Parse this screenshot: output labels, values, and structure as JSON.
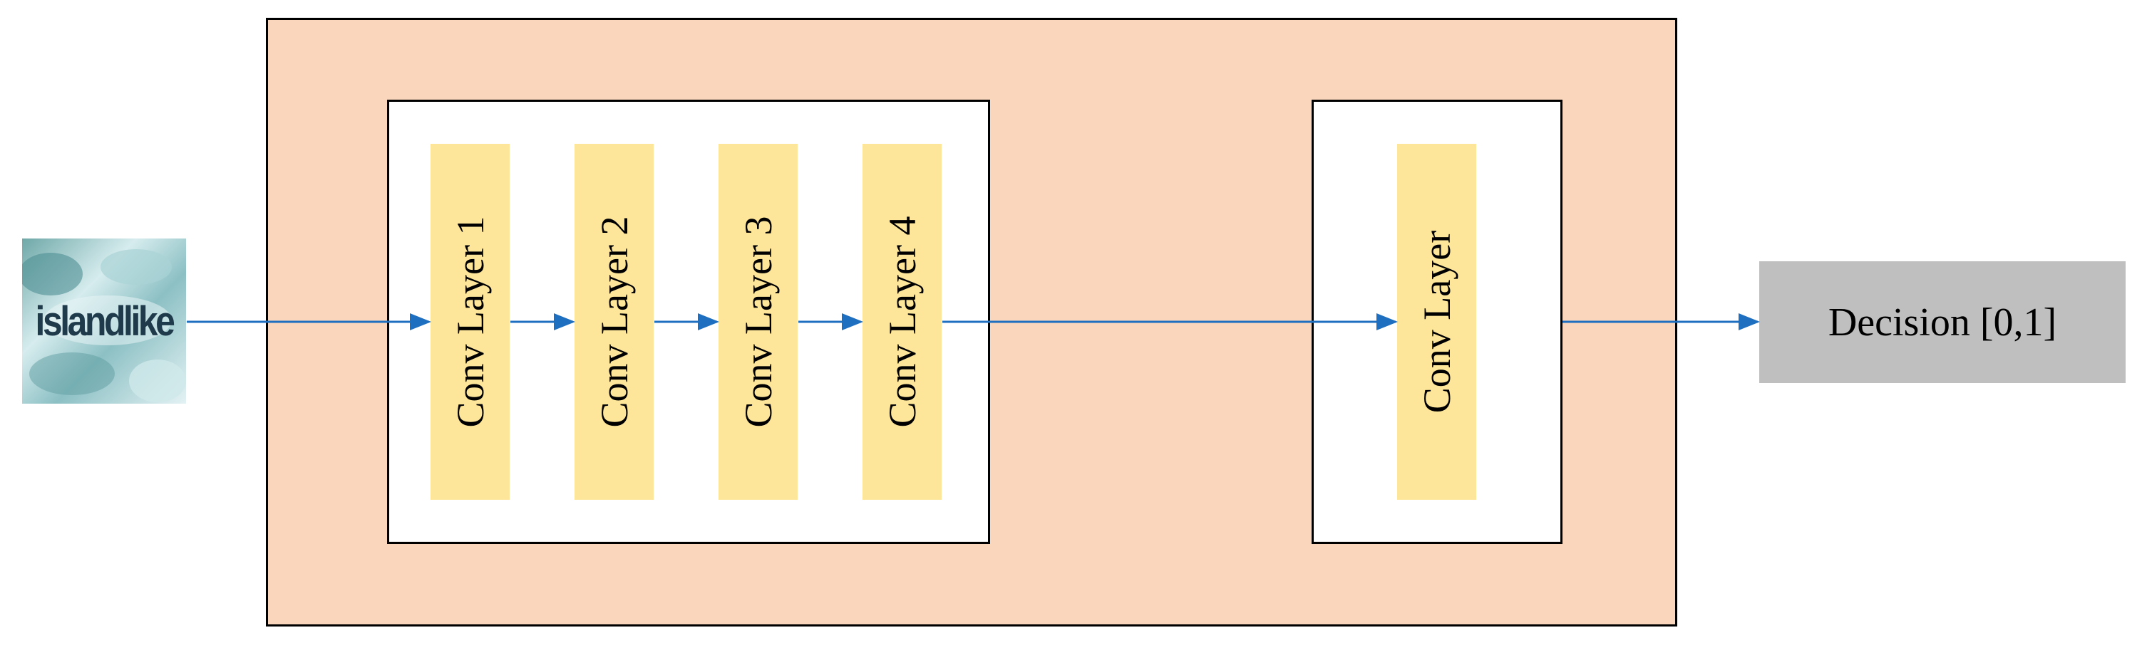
{
  "colors": {
    "panel_fill": "#FAD7BC",
    "layer_fill": "#FDE69A",
    "decision_fill": "#BFBFBF",
    "arrow": "#1F6FC0",
    "border": "#000000"
  },
  "input": {
    "text": "islandlike"
  },
  "encoder": {
    "layers": [
      {
        "label": "Conv Layer 1"
      },
      {
        "label": "Conv Layer 2"
      },
      {
        "label": "Conv Layer 3"
      },
      {
        "label": "Conv Layer 4"
      }
    ]
  },
  "head": {
    "layer_label": "Conv Layer"
  },
  "output": {
    "label": "Decision [0,1]"
  }
}
